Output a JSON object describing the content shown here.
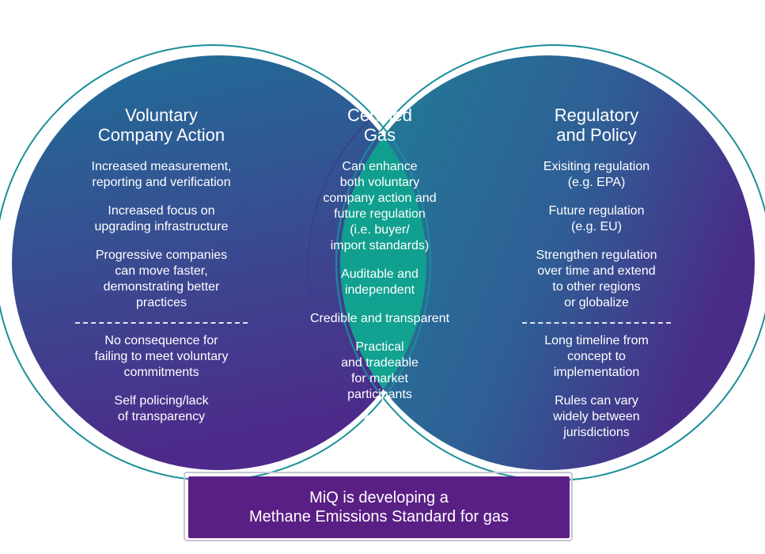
{
  "colors": {
    "left_circle_top": "#1f6f98",
    "left_circle_bottom": "#4d2a8a",
    "right_circle_top": "#1f7f98",
    "right_circle_bottom": "#4a2b88",
    "overlap": "#12a290",
    "banner": "#5a1f85",
    "outline": "#1a8f9a"
  },
  "left": {
    "title_lines": [
      "Voluntary",
      "Company Action"
    ],
    "items": [
      [
        "Increased measurement,",
        "reporting and verification"
      ],
      [
        "Increased focus on",
        "upgrading infrastructure"
      ],
      [
        "Progressive companies",
        "can move faster,",
        "demonstrating better",
        "practices"
      ]
    ],
    "items_after_divider": [
      [
        "No consequence for",
        "failing to meet voluntary",
        "commitments"
      ],
      [
        "Self policing/lack",
        "of transparency"
      ]
    ]
  },
  "center": {
    "title_lines": [
      "Certified",
      "Gas"
    ],
    "items": [
      [
        "Can enhance",
        "both voluntary",
        "company action and",
        "future regulation",
        "(i.e. buyer/",
        "import standards)"
      ],
      [
        "Auditable and",
        "independent"
      ],
      [
        "Credible and transparent"
      ],
      [
        "Practical",
        "and tradeable",
        "for market",
        "participants"
      ]
    ],
    "chevron_icon": "chevron-down-icon"
  },
  "right": {
    "title_lines": [
      "Regulatory",
      "and Policy"
    ],
    "items": [
      [
        "Exisiting regulation",
        "(e.g. EPA)"
      ],
      [
        "Future regulation",
        "(e.g. EU)"
      ],
      [
        "Strengthen regulation",
        "over time and extend",
        "to other regions",
        "or globalize"
      ]
    ],
    "items_after_divider": [
      [
        "Long timeline from",
        "concept to",
        "implementation"
      ],
      [
        "Rules can vary",
        "widely between",
        "jurisdictions"
      ]
    ]
  },
  "banner": {
    "lines": [
      "MiQ is developing a",
      "Methane Emissions Standard for gas"
    ]
  }
}
